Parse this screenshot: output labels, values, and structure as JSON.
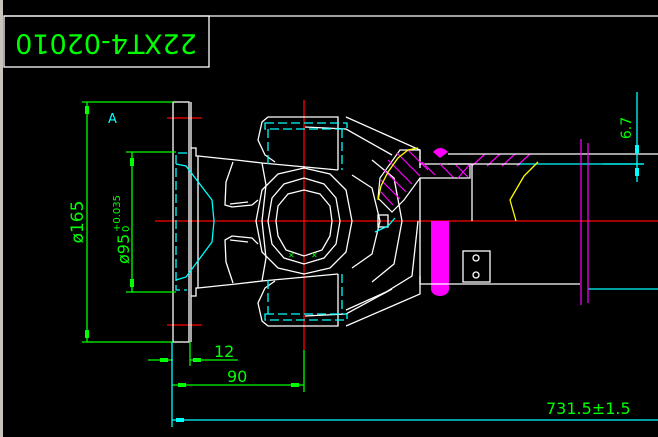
{
  "drawing": {
    "part_number": "22XT4-02010",
    "part_number_orientation": "rotated 180 degrees",
    "view_label": "A",
    "dimensions": {
      "flange_diameter": "ø165",
      "pilot_diameter": "ø95",
      "pilot_tolerance_upper": "+0.035",
      "pilot_tolerance_lower": "0",
      "flange_thickness": "12",
      "yoke_center_offset": "90",
      "overall_length": "731.5±1.5",
      "tube_wall": "6.7"
    },
    "colors": {
      "background": "#000000",
      "outline": "#ffffff",
      "dimension": "#00ff00",
      "hidden": "#00ffff",
      "centerline": "#ff0000",
      "section": "#ff00ff",
      "break_line": "#ffff00"
    }
  }
}
